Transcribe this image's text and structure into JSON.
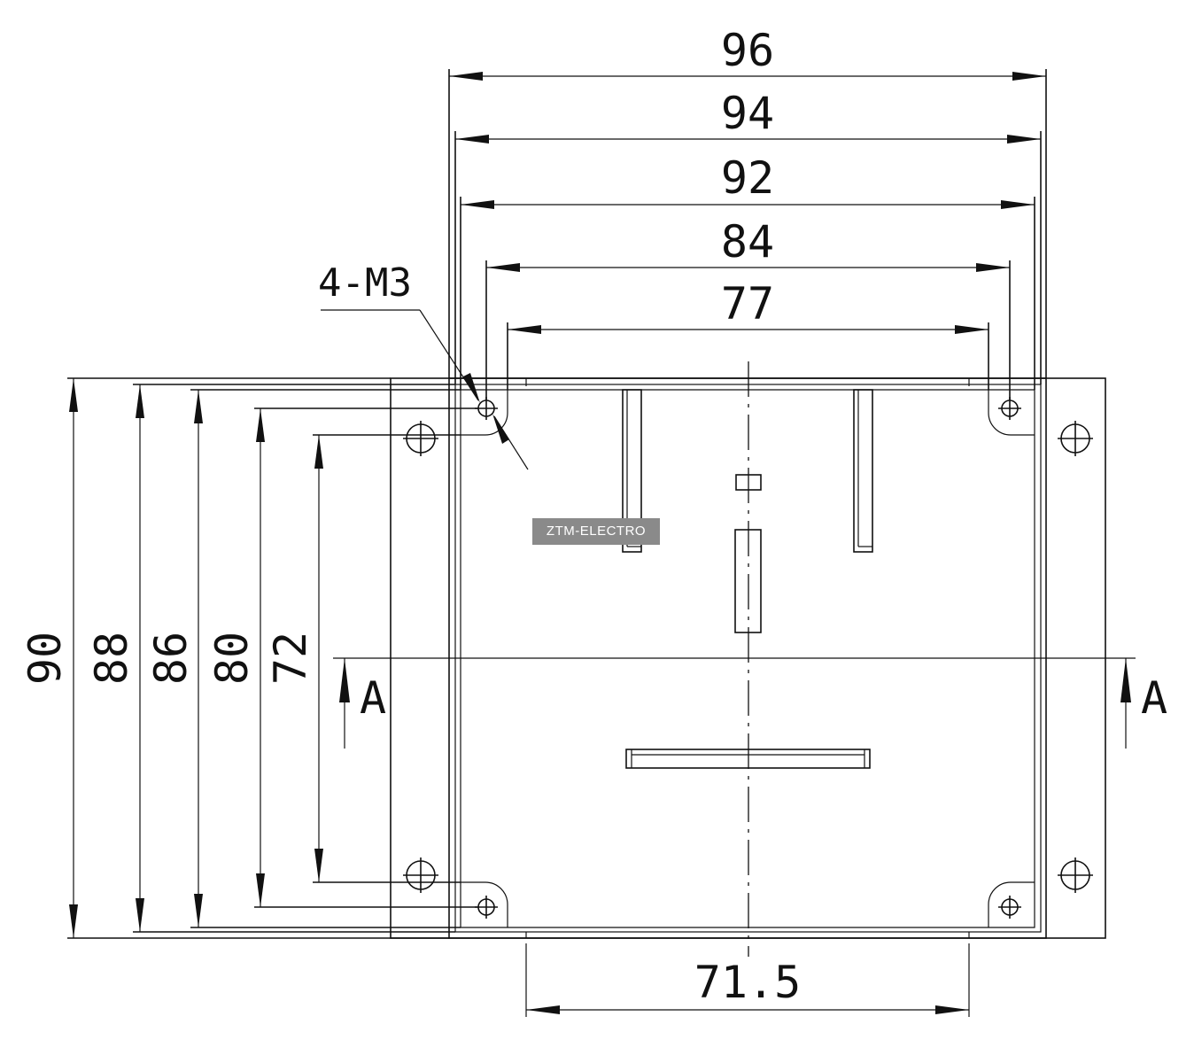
{
  "drawing": {
    "horizontal_dimensions": [
      "96",
      "94",
      "92",
      "84",
      "77"
    ],
    "bottom_dimension": "71.5",
    "vertical_dimensions": [
      "90",
      "88",
      "86",
      "80",
      "72"
    ],
    "hole_callout": "4-M3",
    "section_marker": "A"
  },
  "watermark": {
    "text": "ZTM-ELECTRO"
  }
}
